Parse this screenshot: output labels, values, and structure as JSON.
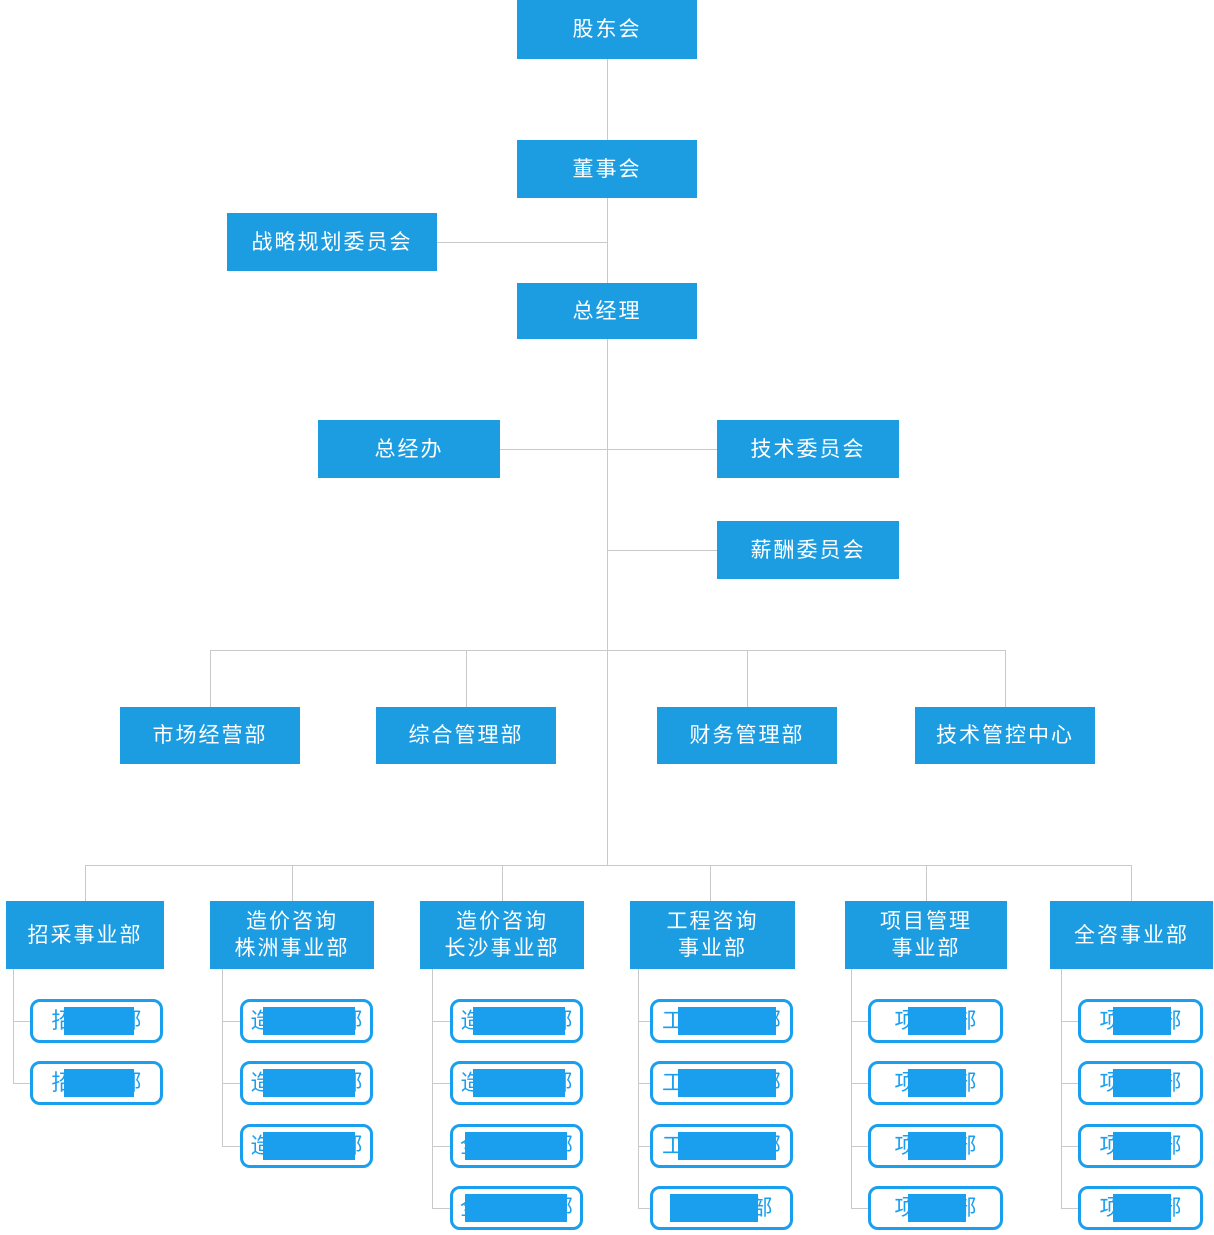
{
  "colors": {
    "box_blue": "#1C9DE2",
    "leaf_blue": "#1A9FEF",
    "line_gray": "#C9C9C9",
    "text_white": "#FFFFFF"
  },
  "org": {
    "shareholders": "股东会",
    "board": "董事会",
    "strategy_committee": "战略规划委员会",
    "general_manager": "总经理",
    "gm_office": "总经办",
    "tech_committee": "技术委员会",
    "salary_committee": "薪酬委员会",
    "departments": [
      {
        "label": "市场经营部"
      },
      {
        "label": "综合管理部"
      },
      {
        "label": "财务管理部"
      },
      {
        "label": "技术管控中心"
      }
    ],
    "divisions": [
      {
        "lines": [
          "招采事业部"
        ],
        "children": [
          {
            "prefix": "招",
            "suffix": "部"
          },
          {
            "prefix": "招",
            "suffix": "部"
          }
        ]
      },
      {
        "lines": [
          "造价咨询",
          "株洲事业部"
        ],
        "children": [
          {
            "prefix": "造",
            "suffix": "部"
          },
          {
            "prefix": "造",
            "suffix": "部"
          },
          {
            "prefix": "造",
            "suffix": "部"
          }
        ]
      },
      {
        "lines": [
          "造价咨询",
          "长沙事业部"
        ],
        "children": [
          {
            "prefix": "造",
            "suffix": "部"
          },
          {
            "prefix": "造",
            "suffix": "部"
          },
          {
            "prefix": "全",
            "suffix": "部"
          },
          {
            "prefix": "全",
            "suffix": "部"
          }
        ]
      },
      {
        "lines": [
          "工程咨询",
          "事业部"
        ],
        "children": [
          {
            "prefix": "工",
            "suffix": "部"
          },
          {
            "prefix": "工",
            "suffix": "部"
          },
          {
            "prefix": "工",
            "suffix": "部"
          },
          {
            "prefix": "",
            "suffix": "部"
          }
        ]
      },
      {
        "lines": [
          "项目管理",
          "事业部"
        ],
        "children": [
          {
            "prefix": "项",
            "suffix": "部"
          },
          {
            "prefix": "项",
            "suffix": "部"
          },
          {
            "prefix": "项",
            "suffix": "部"
          },
          {
            "prefix": "项",
            "suffix": "部"
          }
        ]
      },
      {
        "lines": [
          "全咨事业部"
        ],
        "children": [
          {
            "prefix": "项",
            "suffix": "部"
          },
          {
            "prefix": "项",
            "suffix": "部"
          },
          {
            "prefix": "项",
            "suffix": "部"
          },
          {
            "prefix": "项",
            "suffix": "部"
          }
        ]
      }
    ]
  }
}
